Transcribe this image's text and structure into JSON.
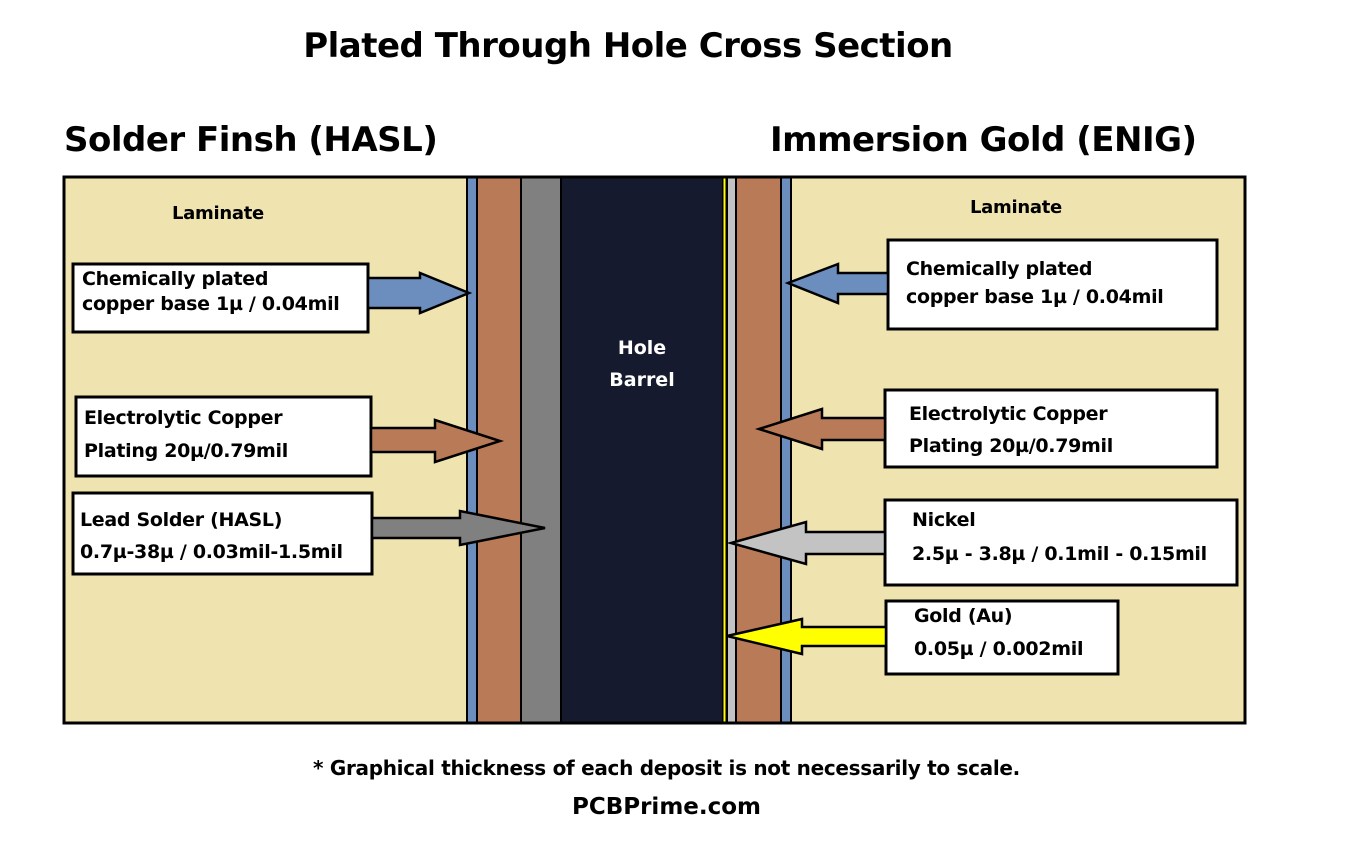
{
  "title": "Plated Through Hole Cross Section",
  "left_section": {
    "heading": "Solder Finsh (HASL)",
    "laminate_label": "Laminate",
    "callouts": [
      {
        "line1": "Chemically plated",
        "line2": "copper base 1µ / 0.04mil",
        "color": "#6c8ebf"
      },
      {
        "line1": "Electrolytic Copper",
        "line2": "Plating 20µ/0.79mil",
        "color": "#b97a57"
      },
      {
        "line1": "Lead Solder (HASL)",
        "line2": "0.7µ-38µ / 0.03mil-1.5mil",
        "color": "#808080"
      }
    ]
  },
  "right_section": {
    "heading": "Immersion Gold (ENIG)",
    "laminate_label": "Laminate",
    "callouts": [
      {
        "line1": "Chemically plated",
        "line2": "copper base 1µ / 0.04mil",
        "color": "#6c8ebf"
      },
      {
        "line1": "Electrolytic Copper",
        "line2": "Plating 20µ/0.79mil",
        "color": "#b97a57"
      },
      {
        "line1": "Nickel",
        "line2": "2.5µ - 3.8µ / 0.1mil - 0.15mil",
        "color": "#c3c3c3"
      },
      {
        "line1": "Gold (Au)",
        "line2": "0.05µ / 0.002mil",
        "color": "#ffff00"
      }
    ]
  },
  "barrel": {
    "line1": "Hole",
    "line2": "Barrel",
    "color": "#161a2e"
  },
  "colors": {
    "laminate": "#efe4b0",
    "copper_base": "#6c8ebf",
    "copper": "#b97a57",
    "solder": "#808080",
    "nickel": "#c3c3c3",
    "gold": "#ffff00"
  },
  "footnote": "* Graphical thickness of each deposit is not necessarily to scale.",
  "site": "PCBPrime.com"
}
